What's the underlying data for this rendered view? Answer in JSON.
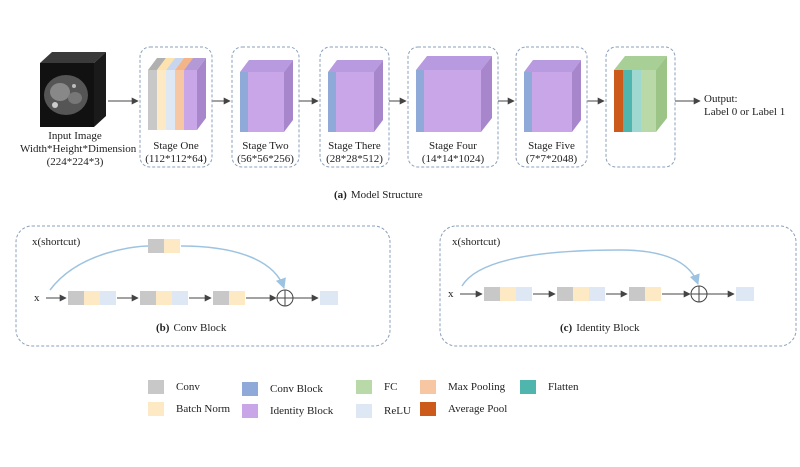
{
  "input": {
    "line1": "Input Image",
    "line2": "Width*Height*Dimension",
    "line3": "(224*224*3)"
  },
  "stages": [
    {
      "name": "Stage One",
      "dims": "(112*112*64)"
    },
    {
      "name": "Stage Two",
      "dims": "(56*56*256)"
    },
    {
      "name": "Stage There",
      "dims": "(28*28*512)"
    },
    {
      "name": "Stage Four",
      "dims": "(14*14*1024)"
    },
    {
      "name": "Stage Five",
      "dims": "(7*7*2048)"
    }
  ],
  "output": {
    "line1": "Output:",
    "line2": "Label 0 or Label 1"
  },
  "captions": {
    "a_tag": "(a)",
    "a_text": "Model Structure",
    "b_tag": "(b)",
    "b_text": "Conv Block",
    "c_tag": "(c)",
    "c_text": "Identity Block"
  },
  "shortcut_label_b": "x(shortcut)",
  "shortcut_label_c": "x(shortcut)",
  "input_x_b": "x",
  "input_x_c": "x",
  "legend": [
    {
      "label": "Conv",
      "color": "#c8c8c8"
    },
    {
      "label": "Batch Norm",
      "color": "#fde9c4"
    },
    {
      "label": "Conv Block",
      "color": "#8fa9d8"
    },
    {
      "label": "Identity Block",
      "color": "#c9a6e8"
    },
    {
      "label": "FC",
      "color": "#b9d9a9"
    },
    {
      "label": "ReLU",
      "color": "#dde8f4"
    },
    {
      "label": "Max Pooling",
      "color": "#f7c7a4"
    },
    {
      "label": "Average Pool",
      "color": "#cc5a1a"
    },
    {
      "label": "Flatten",
      "color": "#4fb5ad"
    }
  ],
  "colors": {
    "conv": "#c8c8c8",
    "batchnorm": "#fde9c4",
    "convblock": "#8fa9d8",
    "identity": "#c9a6e8",
    "fc": "#b9d9a9",
    "relu": "#dde8f4",
    "maxpool": "#f7c7a4",
    "avgpool": "#cc5a1a",
    "flatten": "#4fb5ad",
    "dashed_border": "#8aa0bb",
    "arrow": "#444444",
    "shortcut_arrow": "#9ec3e0"
  }
}
